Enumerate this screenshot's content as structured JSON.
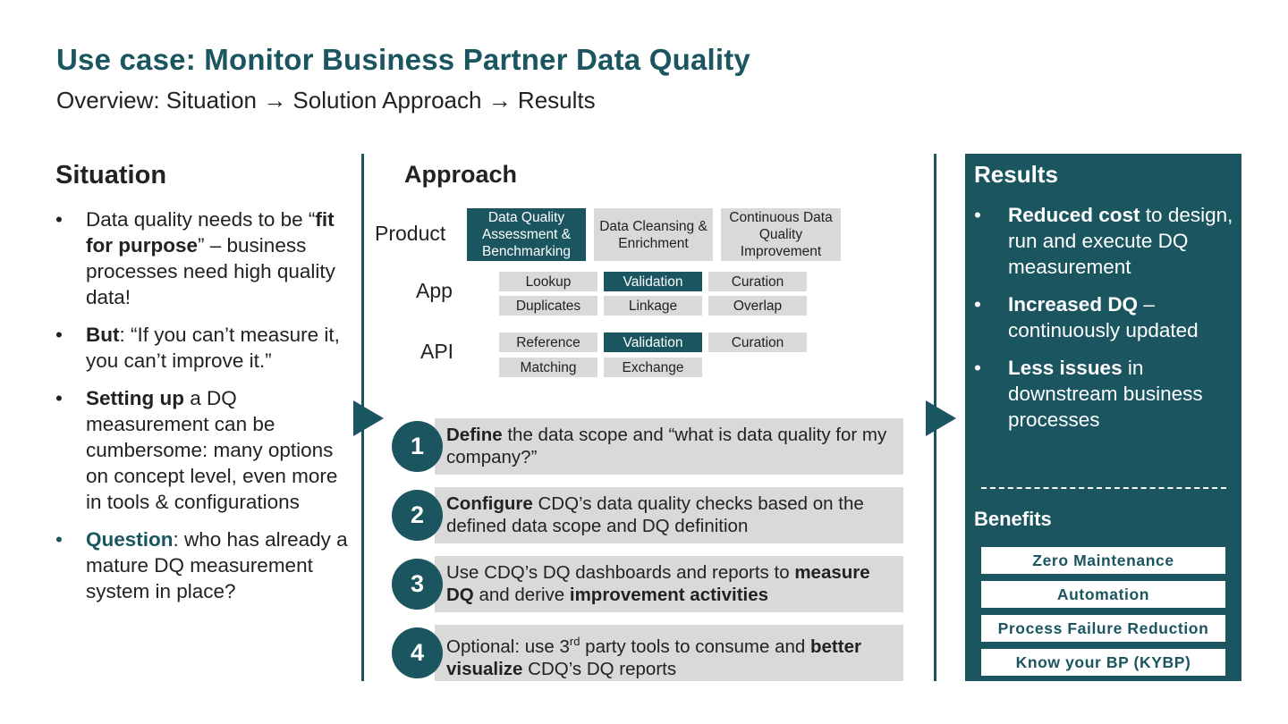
{
  "header": {
    "title": "Use case: Monitor Business Partner Data Quality",
    "subtitle": "Overview: Situation → Solution Approach → Results"
  },
  "situation": {
    "heading": "Situation",
    "bullet": "•",
    "items": [
      {
        "pre": "Data quality needs to be “",
        "bold": "fit for purpose",
        "post": "” – business processes need high quality data!"
      },
      {
        "pre": "",
        "bold": "But",
        "post": ": “If you can’t measure it, you can’t improve it.”"
      },
      {
        "pre": "",
        "bold": "Setting up",
        "post": " a DQ measurement can be cumbersome: many options on concept level, even more in tools & configurations"
      },
      {
        "pre": "",
        "bold": "Question",
        "post": ": who has already a mature DQ measurement system in place?"
      }
    ]
  },
  "approach": {
    "heading": "Approach",
    "rows": {
      "product": {
        "label": "Product",
        "chips": [
          "Data Quality Assessment & Benchmarking",
          "Data Cleansing & Enrichment",
          "Continuous Data Quality Improvement"
        ]
      },
      "app": {
        "label": "App",
        "chips": [
          "Lookup",
          "Validation",
          "Curation",
          "Duplicates",
          "Linkage",
          "Overlap"
        ]
      },
      "api": {
        "label": "API",
        "chips": [
          "Reference",
          "Validation",
          "Curation",
          "Matching",
          "Exchange"
        ]
      }
    },
    "steps": [
      {
        "num": "1",
        "bold1": "Define",
        "text1": " the data scope and “what is data quality for my company?”"
      },
      {
        "num": "2",
        "bold1": "Configure",
        "text1": " CDQ’s data quality checks based on the defined data scope and DQ definition"
      },
      {
        "num": "3",
        "text1": "Use CDQ’s DQ dashboards and reports to ",
        "bold1": "measure DQ",
        "text2": " and derive ",
        "bold2": "improvement activities"
      },
      {
        "num": "4",
        "text1": "Optional: use 3",
        "sup": "rd",
        "text2": " party tools to consume and ",
        "bold1": "better visualize",
        "text3": " CDQ’s DQ reports"
      }
    ]
  },
  "results": {
    "heading": "Results",
    "bullet": "•",
    "items": [
      {
        "bold": "Reduced cost",
        "post": " to design, run and execute DQ measurement"
      },
      {
        "bold": "Increased DQ",
        "post": " – continuously updated"
      },
      {
        "bold": "Less issues",
        "post": " in downstream business processes"
      }
    ],
    "benefits_heading": "Benefits",
    "benefits": [
      "Zero Maintenance",
      "Automation",
      "Process Failure Reduction",
      "Know your BP (KYBP)"
    ]
  },
  "colors": {
    "accent": "#1a5560",
    "chip": "#d9d9d9"
  }
}
